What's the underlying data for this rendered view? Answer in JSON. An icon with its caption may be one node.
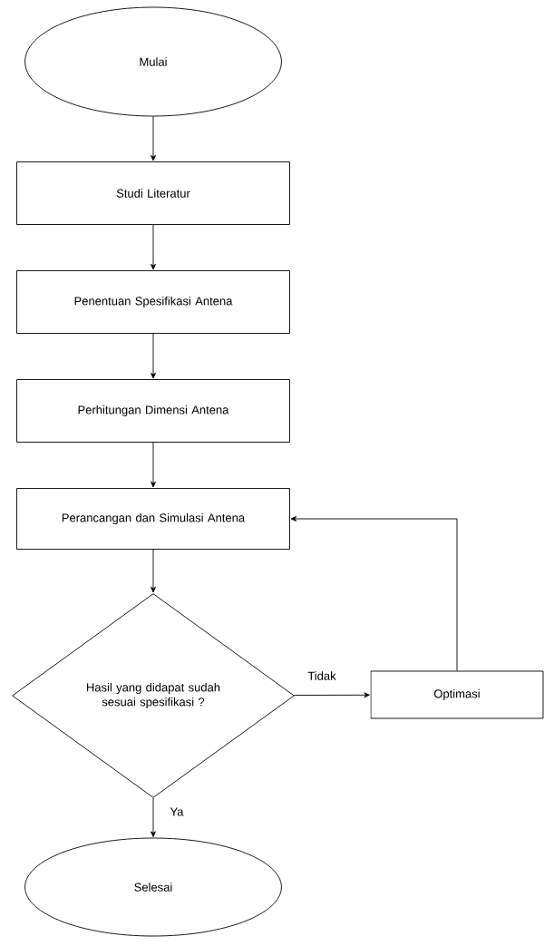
{
  "diagram": {
    "nodes": [
      {
        "text": [
          "Mulai"
        ]
      },
      {
        "text": [
          "Studi Literatur"
        ]
      },
      {
        "text": [
          "Penentuan Spesifikasi Antena"
        ]
      },
      {
        "text": [
          "Perhitungan Dimensi Antena"
        ]
      },
      {
        "text": [
          "Perancangan dan Simulasi Antena"
        ]
      },
      {
        "text": [
          "Hasil yang didapat sudah sesuai spesifikasi ?"
        ]
      },
      {
        "text": [
          "Optimasi"
        ]
      },
      {
        "text": [
          "Selesai"
        ]
      }
    ],
    "edges": [
      {
        "from": 0,
        "to": 1,
        "arrow": "to"
      },
      {
        "from": 1,
        "to": 2,
        "arrow": "to"
      },
      {
        "from": 2,
        "to": 3,
        "arrow": "to"
      },
      {
        "from": 3,
        "to": 4,
        "arrow": "to"
      },
      {
        "from": 4,
        "to": 5,
        "arrow": "to"
      },
      {
        "from": 5,
        "to": 6,
        "arrow": "to",
        "label": "Tidak"
      },
      {
        "from": 5,
        "to": 7,
        "arrow": "to",
        "label": "Ya"
      },
      {
        "from": 6,
        "to": 4,
        "arrow": "to"
      }
    ]
  }
}
